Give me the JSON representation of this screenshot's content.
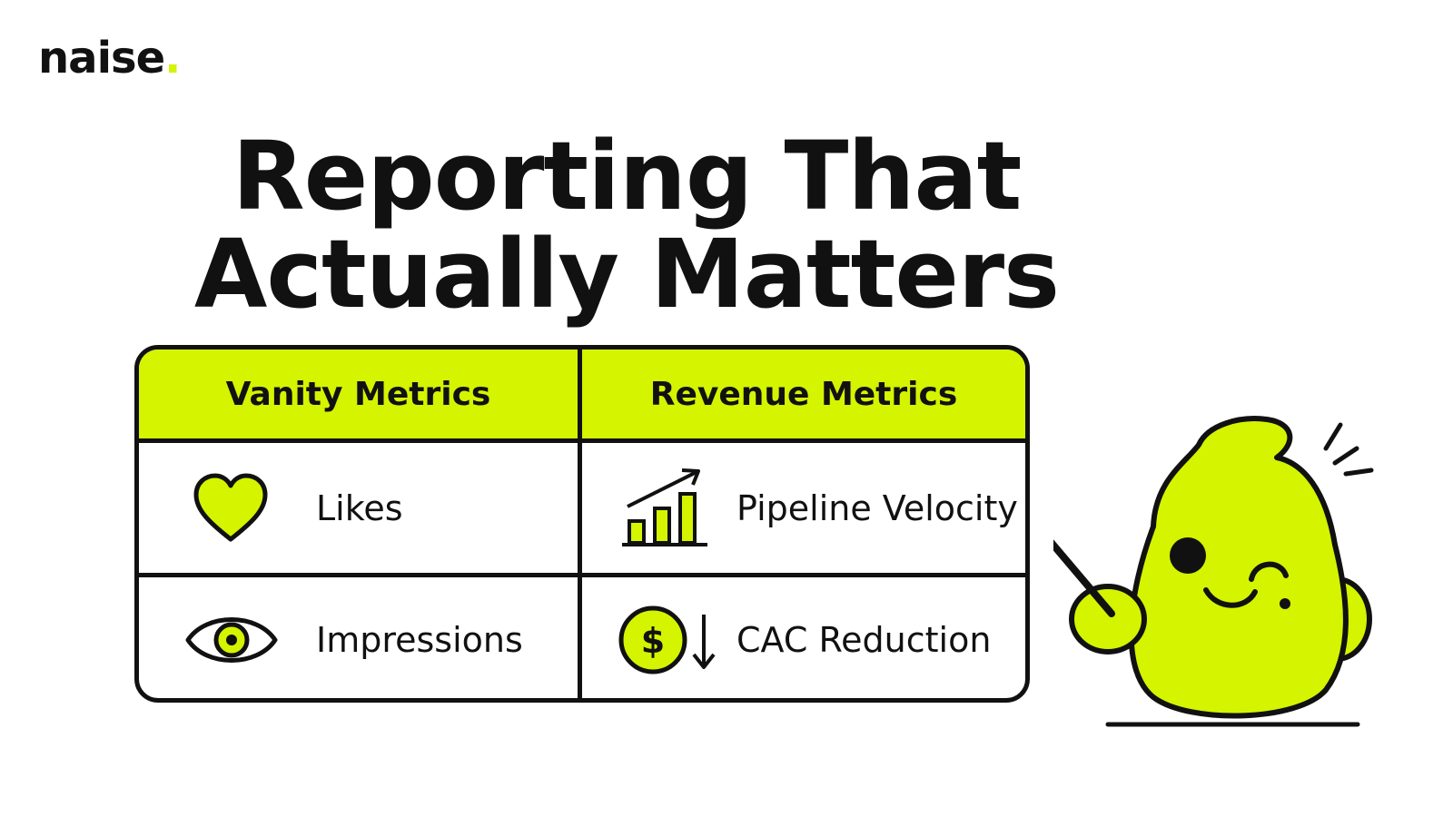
{
  "brand": {
    "name": "naise",
    "dot": ".",
    "accent": "#d4f400"
  },
  "title": {
    "line1": "Reporting That",
    "line2": "Actually Matters"
  },
  "table": {
    "headers": [
      "Vanity Metrics",
      "Revenue Metrics"
    ],
    "rows": [
      {
        "left": {
          "icon": "heart-icon",
          "label": "Likes"
        },
        "right": {
          "icon": "bar-chart-growth-icon",
          "label": "Pipeline Velocity"
        }
      },
      {
        "left": {
          "icon": "eye-icon",
          "label": "Impressions"
        },
        "right": {
          "icon": "dollar-down-icon",
          "label": "CAC Reduction"
        }
      }
    ]
  },
  "mascot": {
    "icon": "mascot-pointer-icon"
  }
}
